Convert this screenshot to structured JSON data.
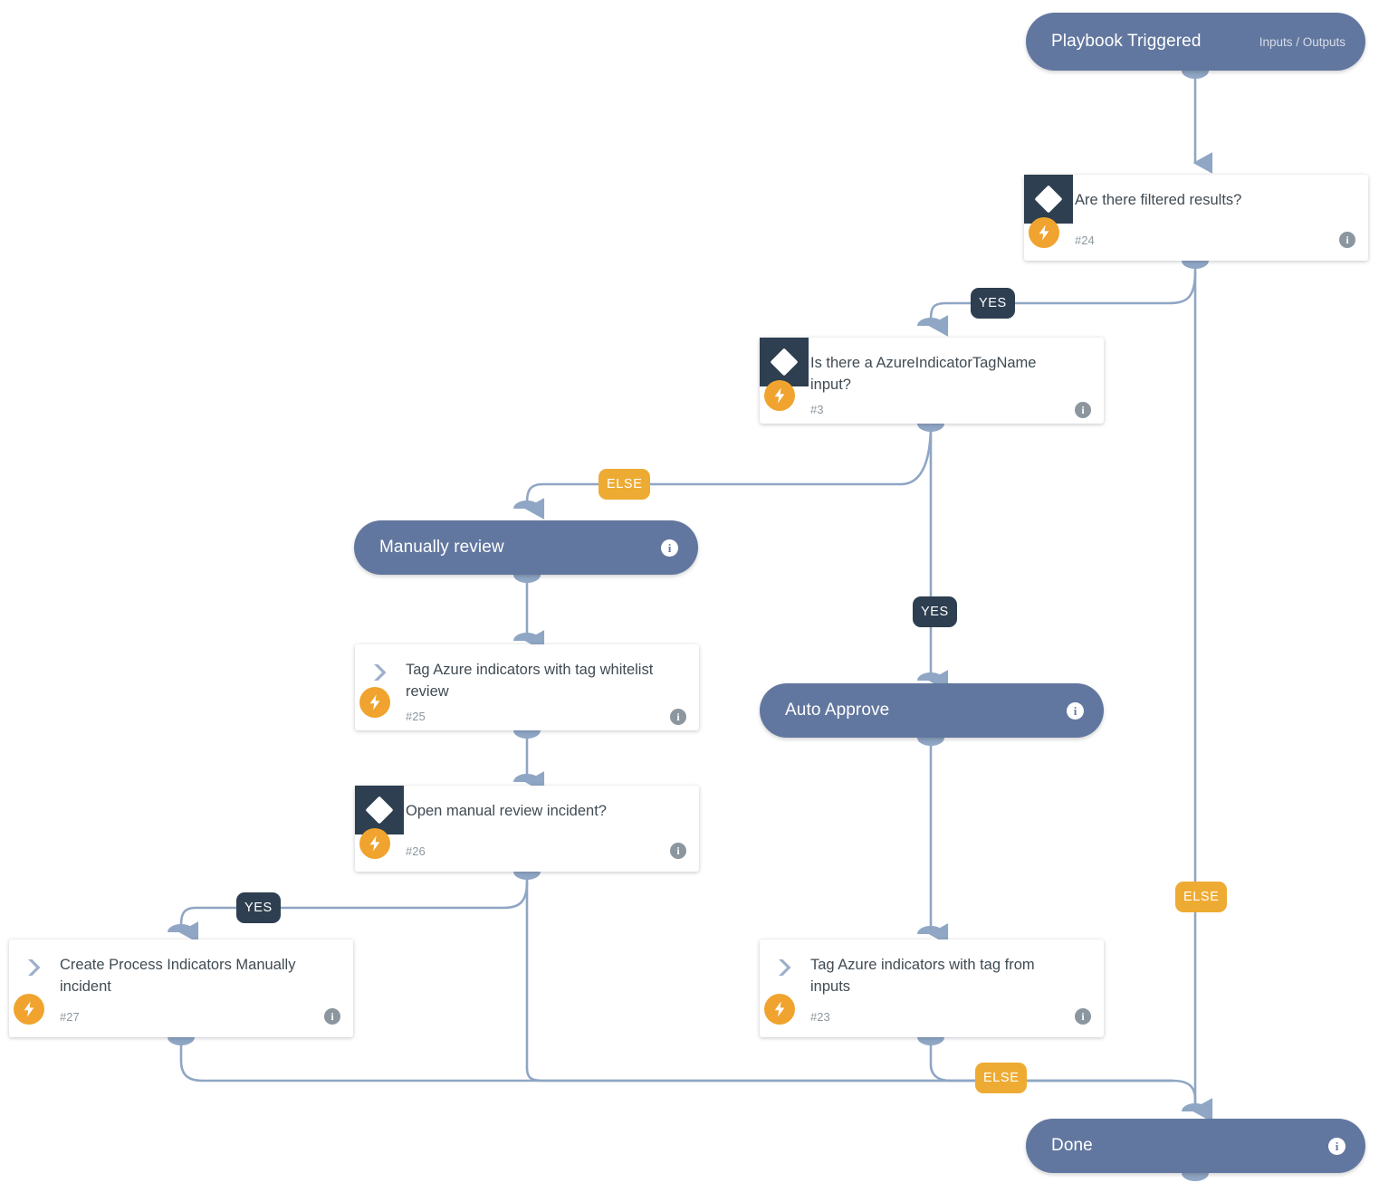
{
  "diagram": {
    "title": "Playbook Workflow",
    "colors": {
      "pill_fill": "#62779f",
      "condition_icon_bg": "#2d3f50",
      "bolt_badge": "#f0a32e",
      "branch_yes_bg": "#2d3f50",
      "branch_else_bg": "#eeab33",
      "edge_stroke": "#8fa6c4",
      "card_text": "#404b53",
      "card_id_text": "#8d979e",
      "canvas_bg": "#ffffff"
    },
    "info_glyph": "i"
  },
  "nodes": {
    "playbook_triggered": {
      "type": "start-pill",
      "title": "Playbook Triggered",
      "subtitle": "Inputs / Outputs"
    },
    "are_there_filtered_results": {
      "type": "condition-card",
      "title": "Are there filtered results?",
      "id_label": "#24",
      "icon": "diamond-icon",
      "badge": "bolt-icon"
    },
    "is_there_tagname_input": {
      "type": "condition-card",
      "title": "Is there a AzureIndicatorTagName input?",
      "id_label": "#3",
      "icon": "diamond-icon",
      "badge": "bolt-icon"
    },
    "manually_review": {
      "type": "section-pill",
      "title": "Manually review"
    },
    "tag_whitelist_review": {
      "type": "task-card",
      "title": "Tag Azure indicators with tag whitelist review",
      "id_label": "#25",
      "icon": "chevron-right-icon",
      "badge": "bolt-icon"
    },
    "open_manual_review_incident": {
      "type": "condition-card",
      "title": "Open manual review incident?",
      "id_label": "#26",
      "icon": "diamond-icon",
      "badge": "bolt-icon"
    },
    "create_process_indicators": {
      "type": "task-card",
      "title": "Create Process Indicators Manually incident",
      "id_label": "#27",
      "icon": "chevron-right-icon",
      "badge": "bolt-icon"
    },
    "auto_approve": {
      "type": "section-pill",
      "title": "Auto Approve"
    },
    "tag_from_inputs": {
      "type": "task-card",
      "title": "Tag Azure indicators with tag from inputs",
      "id_label": "#23",
      "icon": "chevron-right-icon",
      "badge": "bolt-icon"
    },
    "done": {
      "type": "end-pill",
      "title": "Done"
    }
  },
  "branch_labels": {
    "filtered_yes": "YES",
    "filtered_else": "ELSE",
    "tagname_else": "ELSE",
    "tagname_yes": "YES",
    "open_incident_yes": "YES",
    "merge_else": "ELSE"
  }
}
